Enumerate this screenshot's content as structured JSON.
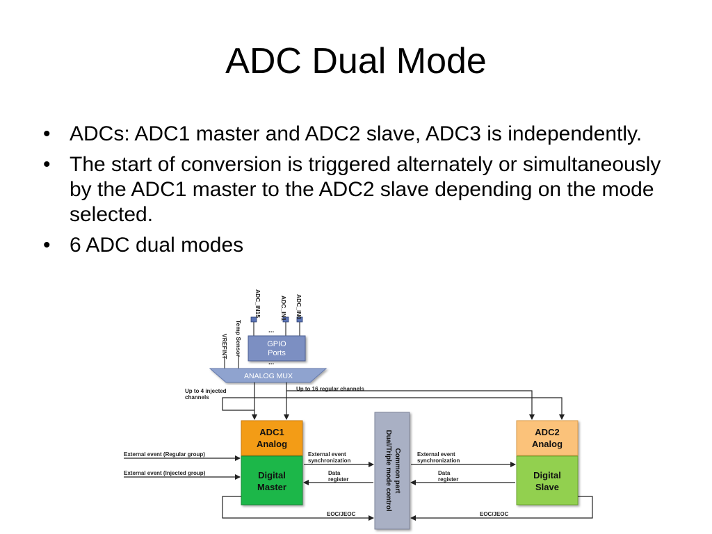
{
  "slide": {
    "title": "ADC Dual Mode",
    "bullets": [
      "ADCs: ADC1 master and ADC2 slave, ADC3 is independently.",
      "The start of conversion is triggered alternately or simultaneously by the ADC1  master to the ADC2 slave depending on the mode selected.",
      "6 ADC dual modes"
    ],
    "bullet_symbol": "•"
  },
  "diagram": {
    "inputs": {
      "vrefint": "VREFINT",
      "temp_sensor": "Temp Sensor",
      "adc_in15": "ADC_IN15",
      "adc_in1": "ADC_IN1",
      "adc_in0": "ADC_IN0",
      "ellipsis": "..."
    },
    "gpio_line1": "GPIO",
    "gpio_line2": "Ports",
    "gpio_ellipsis": "...",
    "analog_mux": "ANALOG MUX",
    "injected_line1": "Up to 4 injected",
    "injected_line2": "channels",
    "regular": "Up to 16 regular channels",
    "adc1": {
      "line1": "ADC1",
      "line2": "Analog",
      "digital1": "Digital",
      "digital2": "Master"
    },
    "adc2": {
      "line1": "ADC2",
      "line2": "Analog",
      "digital1": "Digital",
      "digital2": "Slave"
    },
    "common_line1": "Common part",
    "common_line2": "Dual/Triple mode control",
    "ext_regular": "External event  (Regular group)",
    "ext_injected": "External event  (Injected group)",
    "ext_sync1": "External event",
    "ext_sync2": "synchronization",
    "data1": "Data",
    "data2": "register",
    "eoc": "EOC/JEOC",
    "colors": {
      "adc_orange": "#f39c12",
      "adc2_orange": "#fbc27a",
      "master_green": "#1db74a",
      "slave_green": "#92d050",
      "gpio_blue": "#7b8fc2",
      "mux_blue": "#8fa3cf",
      "common_gray": "#a9b0c4"
    }
  }
}
